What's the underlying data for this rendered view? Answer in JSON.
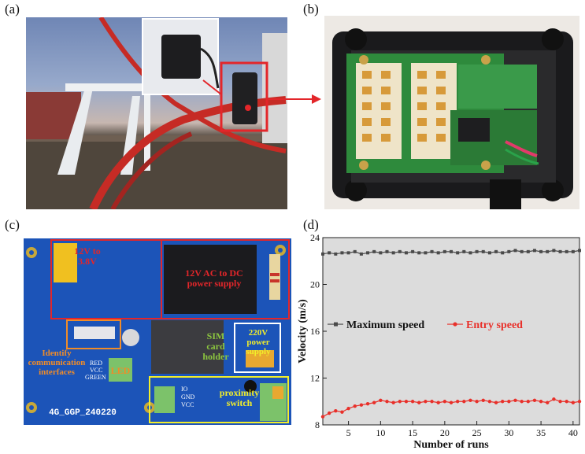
{
  "panels": {
    "a": "(a)",
    "b": "(b)",
    "c": "(c)",
    "d": "(d)"
  },
  "pcb": {
    "ac_dc": "12V AC to DC power supply",
    "v12_to_v38": "12V to 3.8V",
    "sim_holder": "SIM card holder",
    "power_220v": "220V power supply",
    "identify": "Identify communication interfaces",
    "led": "LED",
    "proximity": "proximity switch",
    "board_name": "4G_GGP_240220",
    "pin_vcc": "VCC",
    "pin_green": "GREEN",
    "pin_red": "RED",
    "pin_io": "IO",
    "pin_gnd": "GND",
    "pin_vcc2": "VCC"
  },
  "colors": {
    "pcb_blue": "#1c54b8",
    "highlight_red": "#e3262a",
    "label_orange": "#f08c28",
    "label_yellow": "#f2ee2a",
    "series_max": "#4a4a4a",
    "series_entry": "#e8302a",
    "plot_bg": "#dcdcdc"
  },
  "chart_data": {
    "type": "line",
    "xlabel": "Number of runs",
    "ylabel": "Velocity (m/s)",
    "xlim": [
      1,
      41
    ],
    "ylim": [
      8,
      24
    ],
    "xticks": [
      5,
      10,
      15,
      20,
      25,
      30,
      35,
      40
    ],
    "yticks": [
      8,
      12,
      16,
      20,
      24
    ],
    "legend_position": "middle",
    "series": [
      {
        "name": "Maximum speed",
        "marker": "square",
        "color": "#4a4a4a",
        "x": [
          1,
          2,
          3,
          4,
          5,
          6,
          7,
          8,
          9,
          10,
          11,
          12,
          13,
          14,
          15,
          16,
          17,
          18,
          19,
          20,
          21,
          22,
          23,
          24,
          25,
          26,
          27,
          28,
          29,
          30,
          31,
          32,
          33,
          34,
          35,
          36,
          37,
          38,
          39,
          40,
          41
        ],
        "values": [
          22.6,
          22.7,
          22.6,
          22.7,
          22.7,
          22.8,
          22.6,
          22.7,
          22.8,
          22.7,
          22.8,
          22.7,
          22.8,
          22.7,
          22.8,
          22.7,
          22.7,
          22.8,
          22.7,
          22.8,
          22.8,
          22.7,
          22.8,
          22.7,
          22.8,
          22.8,
          22.7,
          22.8,
          22.7,
          22.8,
          22.9,
          22.8,
          22.8,
          22.9,
          22.8,
          22.8,
          22.9,
          22.8,
          22.8,
          22.8,
          22.9
        ]
      },
      {
        "name": "Entry speed",
        "marker": "circle",
        "color": "#e8302a",
        "x": [
          1,
          2,
          3,
          4,
          5,
          6,
          7,
          8,
          9,
          10,
          11,
          12,
          13,
          14,
          15,
          16,
          17,
          18,
          19,
          20,
          21,
          22,
          23,
          24,
          25,
          26,
          27,
          28,
          29,
          30,
          31,
          32,
          33,
          34,
          35,
          36,
          37,
          38,
          39,
          40,
          41
        ],
        "values": [
          8.7,
          9.0,
          9.2,
          9.1,
          9.4,
          9.6,
          9.7,
          9.8,
          9.9,
          10.1,
          10.0,
          9.9,
          10.0,
          10.0,
          10.0,
          9.9,
          10.0,
          10.0,
          9.9,
          10.0,
          9.9,
          10.0,
          10.0,
          10.1,
          10.0,
          10.1,
          10.0,
          9.9,
          10.0,
          10.0,
          10.1,
          10.0,
          10.0,
          10.1,
          10.0,
          9.9,
          10.2,
          10.0,
          10.0,
          9.9,
          10.0
        ]
      }
    ]
  }
}
